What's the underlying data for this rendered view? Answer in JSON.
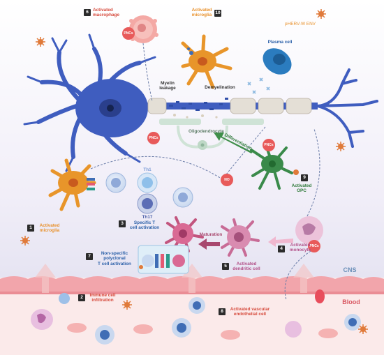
{
  "badges": [
    "1",
    "2",
    "3",
    "4",
    "5",
    "6",
    "7",
    "8",
    "9",
    "10"
  ],
  "labels": {
    "activated_macrophage": "Activated\nmacrophage",
    "activated_microglia_top": "Activated\nmicroglia",
    "phervw_env": "pHERV-W ENV",
    "plasma_cell": "Plasma cell",
    "myelin_leakage": "Myelin\nleakage",
    "demyelination": "Demyelination",
    "oligodendrocyte": "Oligodendrocyte",
    "differentiation": "Differentiation",
    "activated_opc": "Activated\nOPC",
    "activated_microglia_left": "Activated\nmicroglia",
    "th1": "Th1",
    "th17": "Th17",
    "specific_t_cell": "Specific T\ncell activation",
    "maturation": "Maturation",
    "activated_monocyte": "Activated\nmonocyte",
    "activated_dendritic": "Activated\ndendritic cell",
    "nonspecific_t": "Non-specific\npolyclonal\nT cell activation",
    "cns": "CNS",
    "blood": "Blood",
    "immune_infiltration": "Immune cell\ninfiltration",
    "activated_endothelial": "Activated vascular\nendothelial cell",
    "no": "NO",
    "pncs": "PNCs"
  },
  "colors": {
    "neuron": "#3f5dbf",
    "microglia": "#e8952a",
    "opc": "#3a8a4a",
    "dendritic": "#c2557e",
    "tcell": "#7b9cd6",
    "endothelium": "#f3b9bd",
    "vessel": "#fbe5e6",
    "env": "#e07a3a"
  }
}
